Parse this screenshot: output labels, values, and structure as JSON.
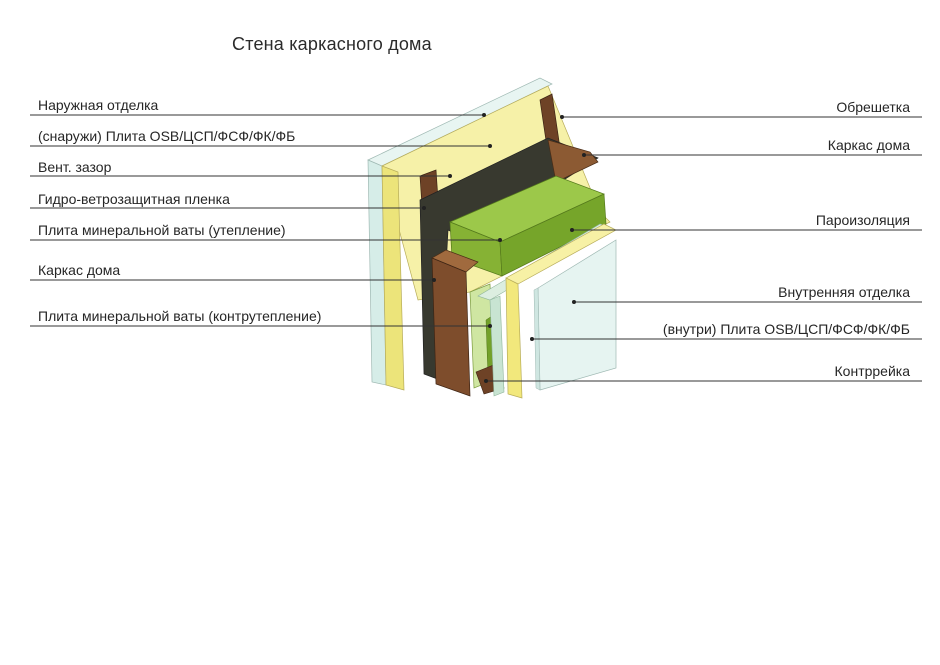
{
  "title": "Стена каркасного дома",
  "labels_left": [
    "Наружная отделка",
    "(снаружи) Плита OSB/ЦСП/ФСФ/ФК/ФБ",
    "Вент. зазор",
    "Гидро-ветрозащитная пленка",
    "Плита минеральной ваты (утепление)",
    "Каркас дома",
    "Плита минеральной ваты (контрутепление)"
  ],
  "labels_right": [
    "Обрешетка",
    "Каркас дома",
    "Пароизоляция",
    "Внутренняя отделка",
    "(внутри) Плита OSB/ЦСП/ФСФ/ФК/ФБ",
    "Контррейка"
  ],
  "colors": {
    "outer_finish": "#dcefeb",
    "osb_board": "#f4ef9e",
    "batten_wood": "#7a4a2a",
    "membrane": "#3a3a34",
    "wool": "#8db93a",
    "frame_wood": "#8a5a36",
    "vapor_barrier": "#cfe8d6",
    "inner_finish": "#e4f4f1",
    "leader_line": "#333333"
  }
}
